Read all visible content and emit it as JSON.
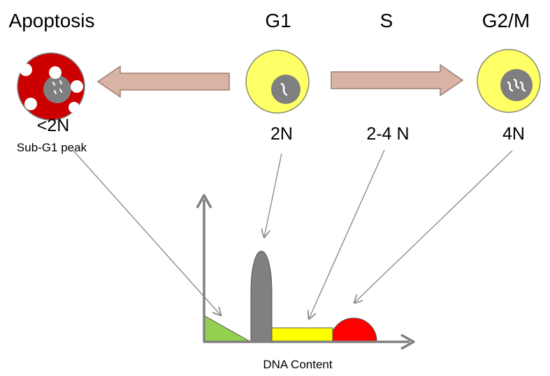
{
  "stages": {
    "apoptosis": {
      "title": "Apoptosis",
      "ploidy": "<2N",
      "note": "Sub-G1 peak"
    },
    "g1": {
      "title": "G1",
      "ploidy": "2N"
    },
    "s": {
      "title": "S",
      "ploidy": "2-4 N"
    },
    "g2m": {
      "title": "G2/M",
      "ploidy": "4N"
    }
  },
  "axis": {
    "xlabel": "DNA Content"
  },
  "colors": {
    "cell_yellow": "#ffff66",
    "apoptotic_red": "#cc0000",
    "nucleus_gray": "#7f7f7f",
    "arrow_tan": "#d9b3a3",
    "subg1_green": "#92d050",
    "g1_peak_gray": "#808080",
    "s_phase_yellow": "#ffff00",
    "g2m_peak_red": "#ff0000"
  }
}
